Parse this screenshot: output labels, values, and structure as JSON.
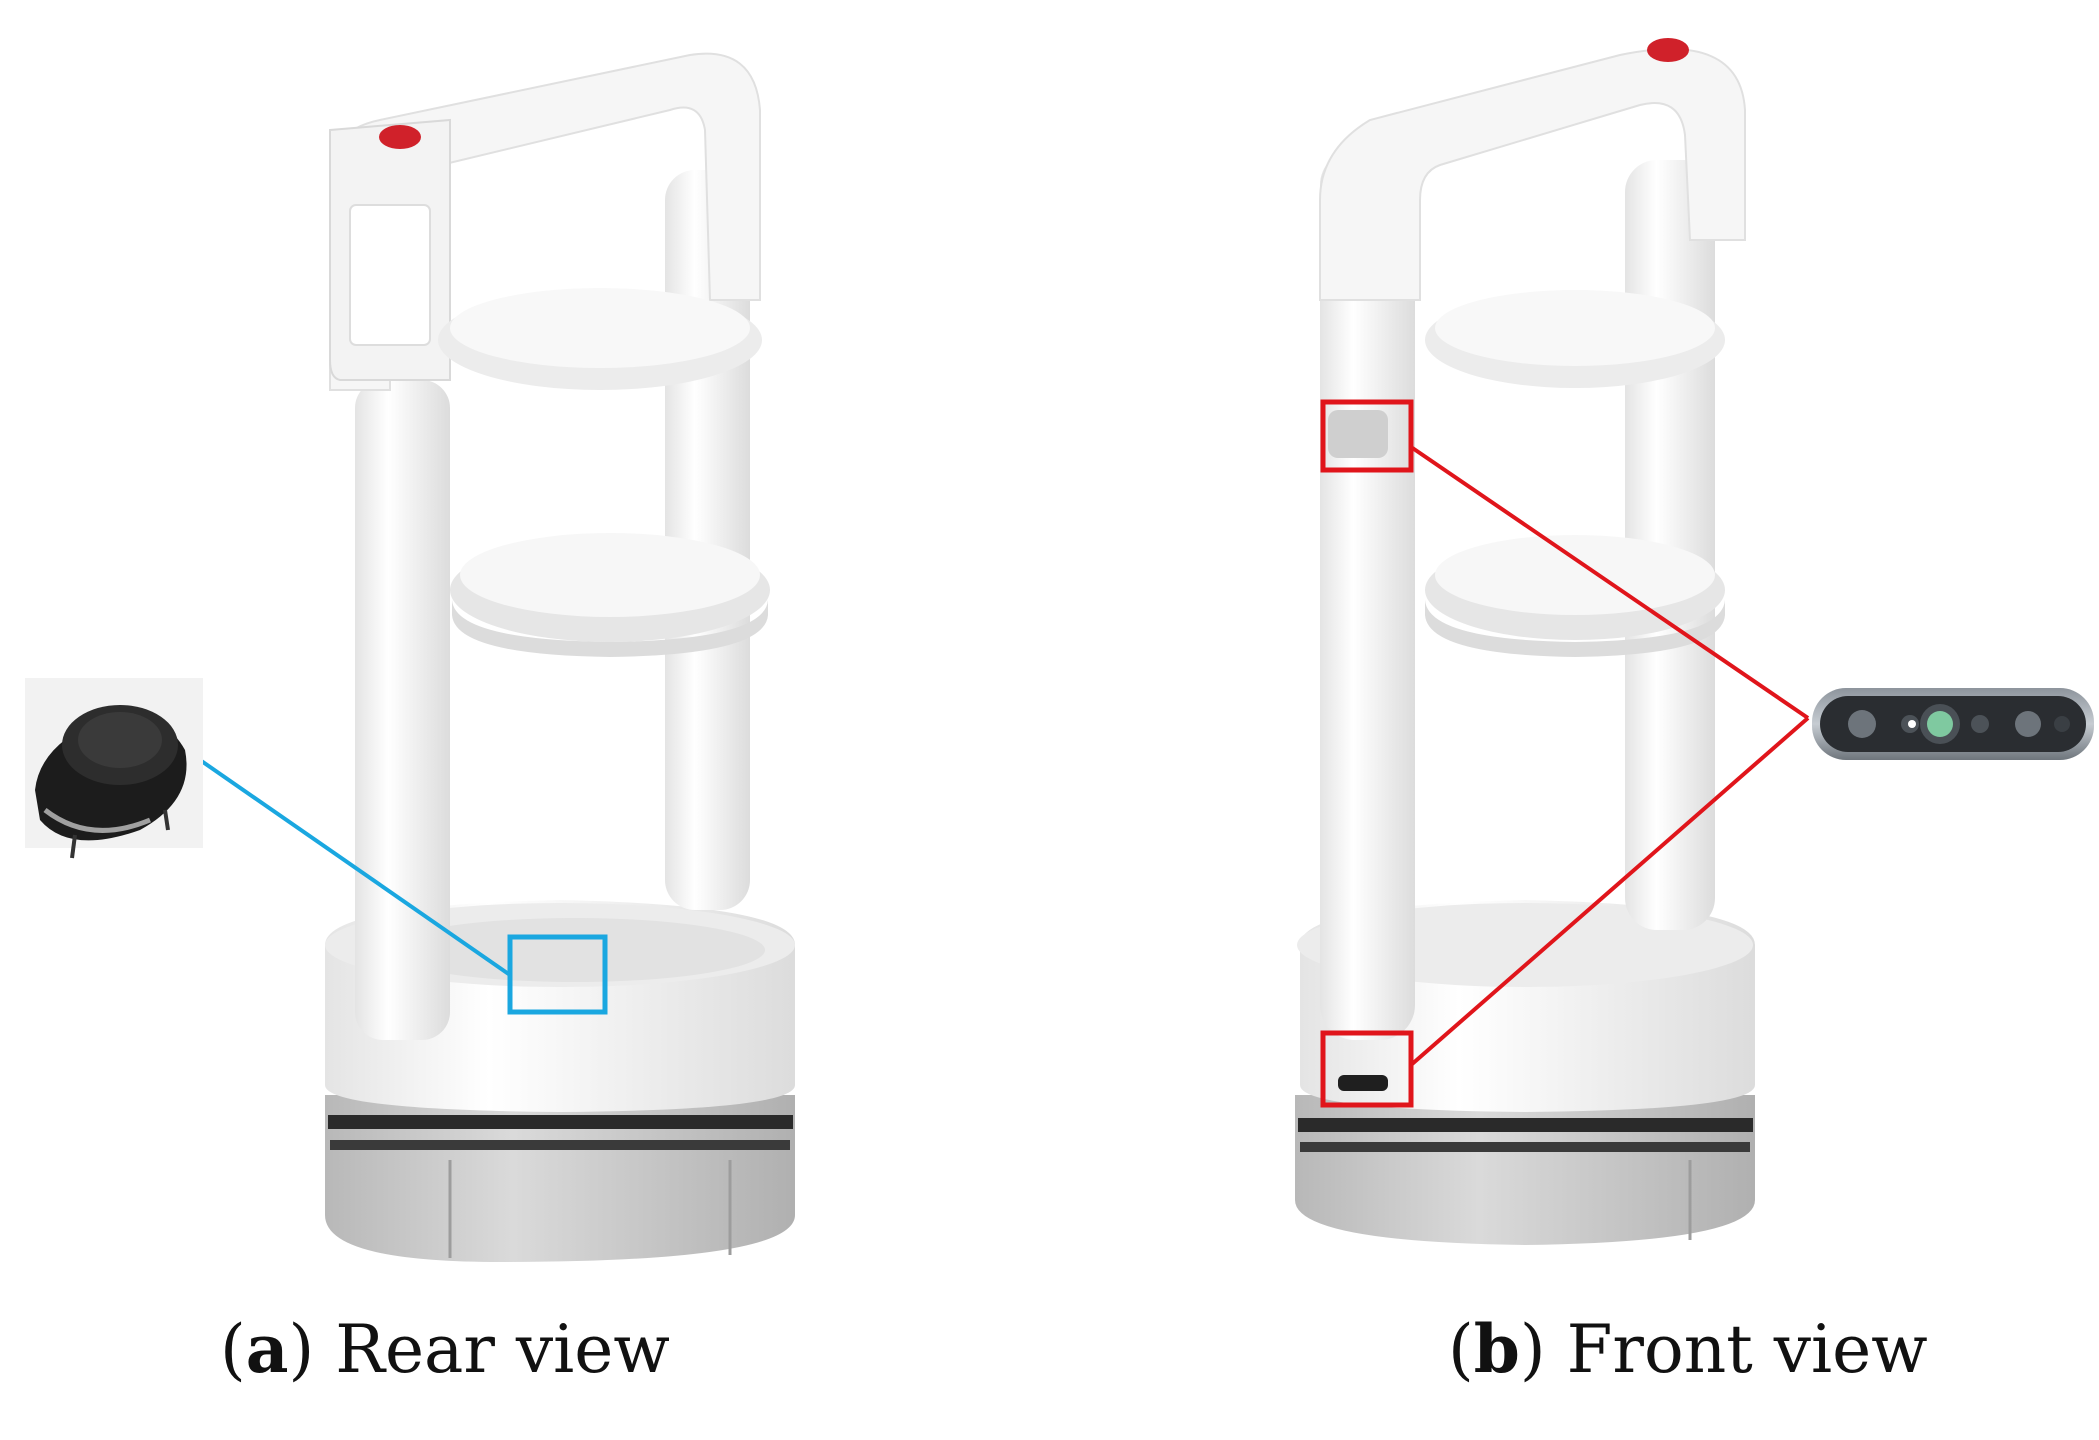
{
  "panels": [
    {
      "id": "a",
      "paren_open": "(",
      "letter": "a",
      "paren_close": ")",
      "title": " Rear view",
      "highlight_color": "#1aa7e0"
    },
    {
      "id": "b",
      "paren_open": "(",
      "letter": "b",
      "paren_close": ")",
      "title": " Front view",
      "highlight_color": "#e0151b"
    }
  ],
  "robot_colors": {
    "body": "#f7f7f7",
    "shade": "#dedede",
    "base": "#c8c8c8",
    "button": "#d0212a"
  }
}
